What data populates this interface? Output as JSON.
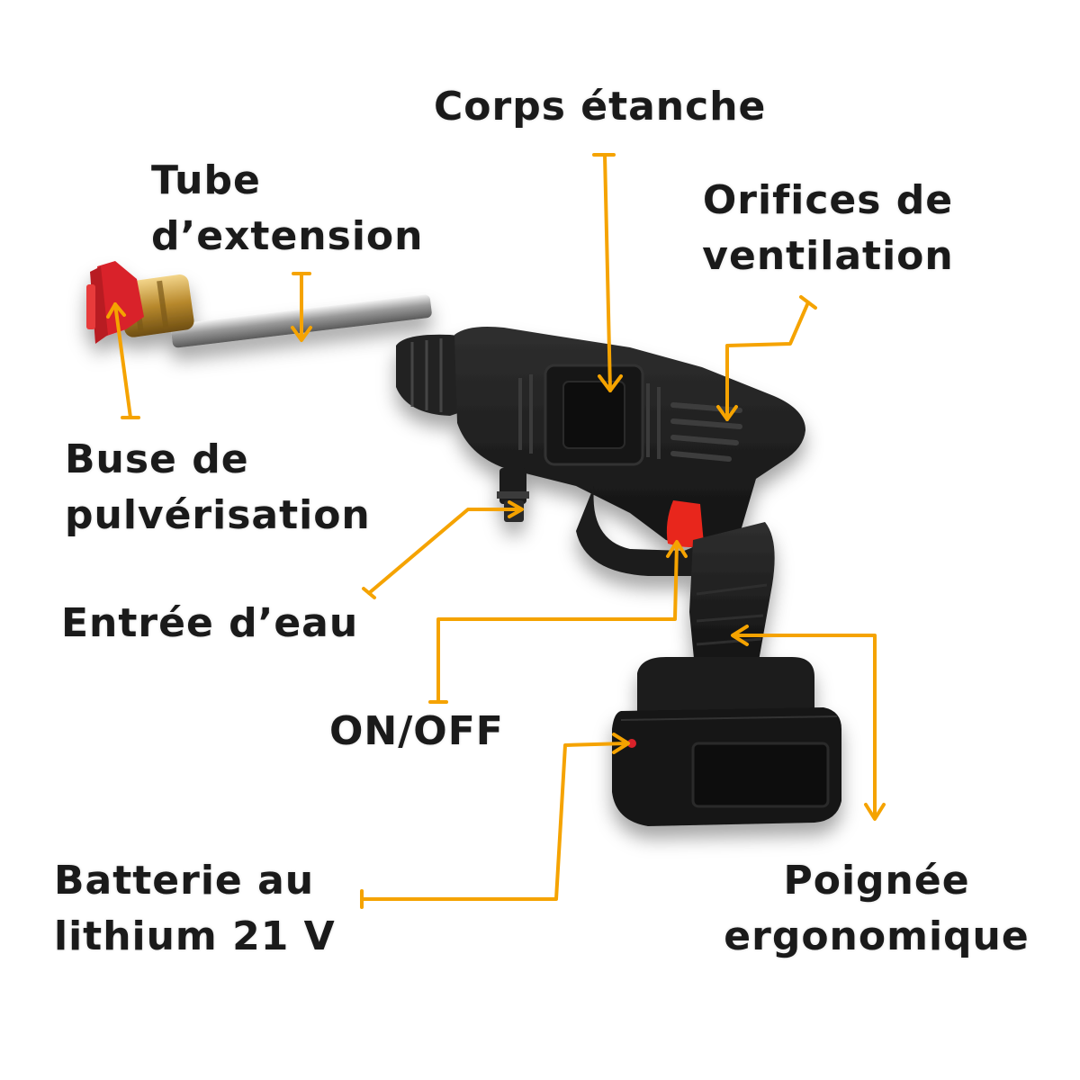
{
  "colors": {
    "accent": "#f5a300",
    "body": "#1c1c1c",
    "trigger": "#e8261b",
    "nozzle": "#d9232a",
    "brass": "#c9a14a",
    "text": "#1a1a1a"
  },
  "labels": {
    "corps": [
      "Corps étanche"
    ],
    "tube": [
      "Tube",
      "d’extension"
    ],
    "orifices": [
      "Orifices de",
      "ventilation"
    ],
    "buse": [
      "Buse de",
      "pulvérisation"
    ],
    "entree": [
      "Entrée d’eau"
    ],
    "onoff": [
      "ON/OFF"
    ],
    "batterie": [
      "Batterie au",
      "lithium 21 V"
    ],
    "poignee": [
      "Poignée",
      "ergonomique"
    ]
  }
}
